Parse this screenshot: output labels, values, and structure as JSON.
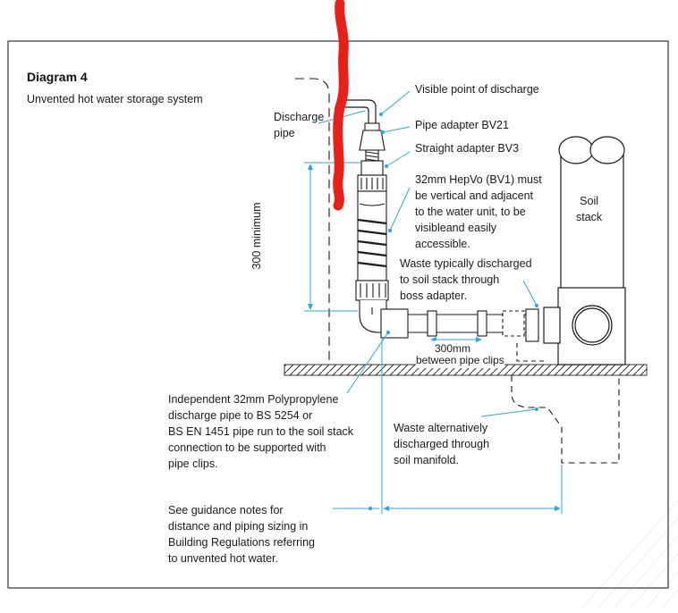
{
  "diagram": {
    "title": "Diagram 4",
    "subtitle": "Unvented hot water storage system",
    "labels": {
      "discharge_pipe": "Discharge\npipe",
      "visible_point": "Visible point of discharge",
      "pipe_adapter": "Pipe adapter BV21",
      "straight_adapter": "Straight adapter BV3",
      "hepvo": "32mm HepVo (BV1) must\nbe vertical and adjacent\nto the water unit, to be\nvisibleand easily\naccessible.",
      "soil_stack": "Soil\nstack",
      "waste_typical": "Waste typically discharged\nto soil stack through\nboss adapter.",
      "min_height": "300 minimum",
      "clip_spacing": "300mm",
      "clip_spacing_note": "between pipe clips",
      "independent_pipe": "Independent 32mm Polypropylene\ndischarge pipe to BS 5254 or\nBS EN 1451 pipe run to the soil stack\nconnection to be supported with\npipe clips.",
      "waste_alt": "Waste alternatively\ndischarged through\nsoil manifold.",
      "guidance": "See guidance notes for\ndistance and piping sizing in\nBuilding Regulations referring\nto unvented hot water."
    },
    "colors": {
      "leader": "#2aa8d8",
      "line": "#1a1a1a",
      "annotation_mark": "#e8201a"
    }
  }
}
